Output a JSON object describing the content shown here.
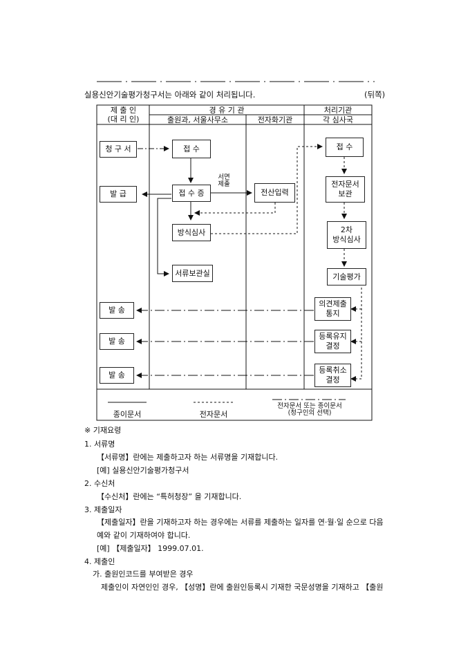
{
  "heading": {
    "title": "실용신안기술평가청구서는 아래와 같이 처리됩니다.",
    "side": "(뒤쪽)"
  },
  "table_header": {
    "col1": "제 출 인\n(대 리 인)",
    "col2_top": "경 유 기 관",
    "col2a": "출원과, 서울사무소",
    "col2b": "전자화기관",
    "col3_top": "처리기관",
    "col3_sub": "각 심사국"
  },
  "boxes": {
    "cheonggu": "청 구 서",
    "jeopsu1": "접  수",
    "balgeup": "발  급",
    "jeopsujeung": "접 수 증",
    "jeonsan": "전산입력",
    "bangsik": "방식심사",
    "seoryu": "서류보관실",
    "balsong1": "발 송",
    "balsong2": "발 송",
    "balsong3": "발 송",
    "jeopsu2": "접  수",
    "jeonja_bogwan": "전자문서\n보관",
    "bangsik2": "2차\n방식심사",
    "gisul": "기술평가",
    "uigyeon": "의견제출\n통지",
    "yuji": "등록유지\n결정",
    "chwiso": "등록취소\n결정"
  },
  "seomyeon_label": "서면\n제출",
  "legend": {
    "paper": "종이문서",
    "electronic": "전자문서",
    "either": "전자문서 또는 종이문서\n(청구인의 선택)"
  },
  "notes": {
    "title": "※ 기재요령",
    "n1": "1. 서류명",
    "n1a": "【서류명】란에는 제출하고자 하는 서류명을 기재합니다.",
    "n1b": "[예] 실용신안기술평가청구서",
    "n2": "2. 수신처",
    "n2a": "【수신처】란에는  “특허청장” 을 기재합니다.",
    "n3": "3. 제출일자",
    "n3a": "【제출일자】란을 기재하고자 하는 경우에는 서류를 제출하는 일자를 연·월·일 순으로 다음",
    "n3b": "예와 같이 기재하여야 합니다.",
    "n3c": "[예]  【제출일자】  1999.07.01.",
    "n4": "4. 제출인",
    "n4a": "가. 출원인코드를 부여받은 경우",
    "n4b": "제출인이 자연인인 경우, 【성명】란에 출원인등록시 기재한 국문성명을 기재하고  【출원"
  }
}
